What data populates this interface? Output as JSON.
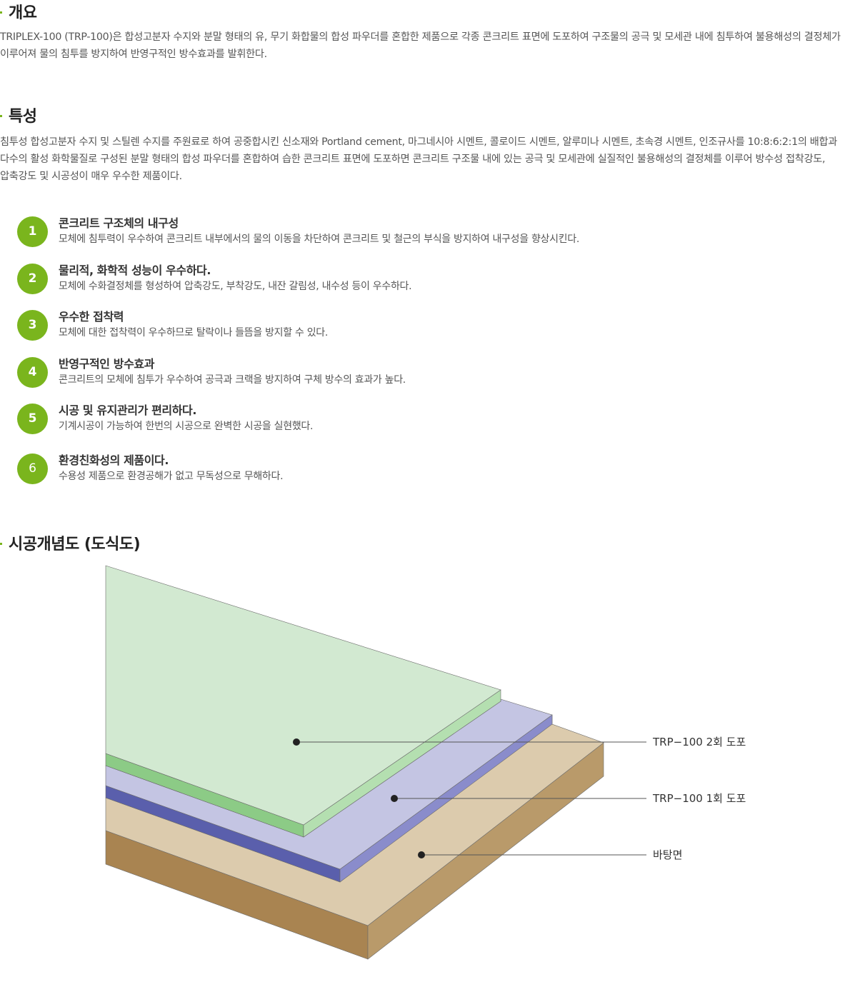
{
  "overview": {
    "title": "개요",
    "body": "TRIPLEX-100 (TRP-100)은 합성고분자 수지와 분말 형태의 유, 무기 화합물의 합성 파우더를 혼합한 제품으로 각종 콘크리트 표면에 도포하여 구조물의 공극 및 모세관 내에 침투하여 불용해성의 결정체가 이루어져 물의 침투를 방지하여 반영구적인 방수효과를 발휘한다."
  },
  "characteristics": {
    "title": "특성",
    "body": "침투성 합성고분자 수지 및 스틸렌 수지를 주원료로 하여 공중합시킨 신소재와 Portland cement, 마그네시아 시멘트, 콜로이드 시멘트, 알루미나 시멘트, 초속경 시멘트, 인조규사를 10:8:6:2:1의 배합과 다수의 활성 화학물질로 구성된 분말 형태의 합성 파우더를 혼합하여 습한 콘크리트 표면에 도포하면 콘크리트 구조물 내에 있는 공극 및 모세관에 실질적인 불용해성의 결정체를 이루어 방수성 접착강도, 압축강도 및 시공성이 매우 우수한 제품이다."
  },
  "features": [
    {
      "num": "1",
      "title": "콘크리트 구조체의 내구성",
      "desc": "모체에 침투력이 우수하여 콘크리트 내부에서의 물의 이동을 차단하여 콘크리트 및 철근의 부식을 방지하여 내구성을 향상시킨다."
    },
    {
      "num": "2",
      "title": "물리적, 화학적 성능이 우수하다.",
      "desc": "모체에 수화결정체를 형성하여 압축강도, 부착강도, 내잔 갈림성, 내수성 등이 우수하다."
    },
    {
      "num": "3",
      "title": "우수한 접착력",
      "desc": "모체에 대한 접착력이 우수하므로 탈락이나 들뜸을 방지할 수 있다."
    },
    {
      "num": "4",
      "title": "반영구적인 방수효과",
      "desc": "콘크리트의 모체에 침투가 우수하여 공극과 크랙을 방지하여 구체 방수의 효과가 높다."
    },
    {
      "num": "5",
      "title": "시공 및 유지관리가 편리하다.",
      "desc": "기계시공이 가능하여 한번의 시공으로 완벽한 시공을 실현했다."
    },
    {
      "num": "6",
      "title": "환경친화성의 제품이다.",
      "desc": "수용성 제품으로 환경공해가 없고 무독성으로 무해하다."
    }
  ],
  "diagram": {
    "title": "시공개념도 (도식도)",
    "labels": {
      "coat2": "TRP−100 2회 도포",
      "coat1": "TRP−100 1회 도포",
      "base": "바탕면"
    },
    "colors": {
      "accent": "#7ab51d",
      "coat2_top": "#d2e9d1",
      "coat2_side": "#8ccb86",
      "coat1_top": "#c4c5e3",
      "coat1_side": "#5a5fac",
      "base_top": "#dccbad",
      "base_side": "#a98451"
    }
  }
}
